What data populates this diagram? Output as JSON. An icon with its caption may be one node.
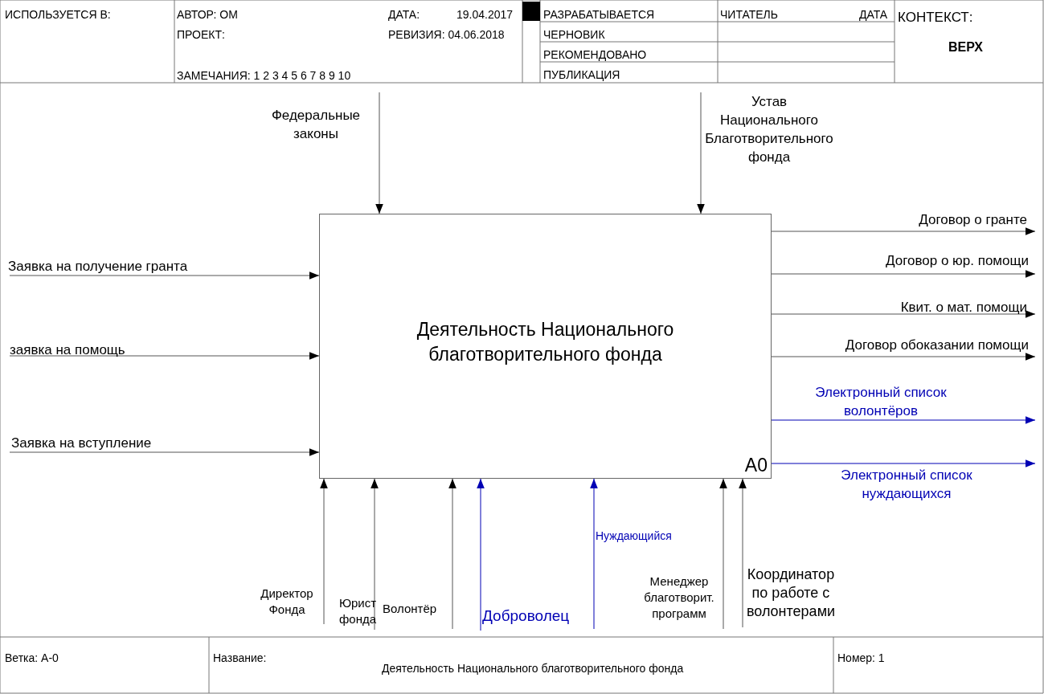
{
  "diagram": {
    "nodes": [
      {
        "text": [
          "Деятельность Национального благотворительного фонда",
          "A0"
        ]
      },
      {
        "text": [
          "Федеральные законы"
        ]
      },
      {
        "text": [
          "Устав Национального Благотворительного фонда"
        ]
      },
      {
        "text": [
          "Договор о гранте"
        ]
      },
      {
        "text": [
          "Заявка на получение гранта"
        ]
      },
      {
        "text": [
          "Договор о юр. помощи"
        ]
      },
      {
        "text": [
          "Квит. о мат. помощи"
        ]
      },
      {
        "text": [
          "заявка на помощь"
        ]
      },
      {
        "text": [
          "Договор обоказании помощи"
        ]
      },
      {
        "text": [
          "Заявка на вступление"
        ]
      },
      {
        "text": [
          "Электронный список нуждающихся"
        ]
      },
      {
        "text": [
          "Координатор по работе с волонтерами"
        ]
      },
      {
        "text": [
          "Менеджер благотворит. программ"
        ]
      },
      {
        "text": [
          "Директор Фонда"
        ]
      },
      {
        "text": [
          "Юрист фонда"
        ]
      },
      {
        "text": [
          "Волонтёр"
        ]
      },
      {
        "text": [
          "Доброволец"
        ]
      }
    ],
    "edges": [
      {
        "from": 4,
        "to": 0,
        "arrow": "to"
      },
      {
        "from": 7,
        "to": 0,
        "arrow": "to"
      },
      {
        "from": 9,
        "to": 0,
        "arrow": "to"
      },
      {
        "from": 1,
        "to": 0,
        "arrow": "to"
      },
      {
        "from": 2,
        "to": 0,
        "arrow": "to"
      },
      {
        "from": 0,
        "to": 3,
        "arrow": "to"
      },
      {
        "from": 0,
        "to": 5,
        "arrow": "to"
      },
      {
        "from": 0,
        "to": 6,
        "arrow": "to"
      },
      {
        "from": 0,
        "to": 8,
        "arrow": "to"
      },
      {
        "from": 0,
        "to": null,
        "arrow": "to",
        "label": "Электронный список волонтёров",
        "color": "#0000b4"
      },
      {
        "from": 0,
        "to": 10,
        "arrow": "to",
        "color": "#0000b4"
      },
      {
        "from": 13,
        "to": 0,
        "arrow": "to"
      },
      {
        "from": 14,
        "to": 0,
        "arrow": "to"
      },
      {
        "from": 15,
        "to": 0,
        "arrow": "to"
      },
      {
        "from": 16,
        "to": 0,
        "arrow": "to",
        "color": "#0000b4"
      },
      {
        "from": null,
        "to": 0,
        "arrow": "to",
        "label": "Нуждающийся",
        "color": "#0000b4"
      },
      {
        "from": 12,
        "to": 0,
        "arrow": "to"
      },
      {
        "from": 11,
        "to": 0,
        "arrow": "to"
      }
    ],
    "labels": [
      "ИСПОЛЬЗУЕТСЯ В:",
      "АВТОР: ОМ",
      "ДАТА:",
      "19.04.2017",
      "РАЗРАБАТЫВАЕТСЯ",
      "ЧИТАТЕЛЬ",
      "ДАТА",
      "КОНТЕКСТ:",
      "ПРОЕКТ:",
      "РЕВИЗИЯ: 04.06.2018",
      "ЧЕРНОВИК",
      "ВЕРХ",
      "РЕКОМЕНДОВАНО",
      "ЗАМЕЧАНИЯ: 1 2 3 4 5 6 7 8 9 10",
      "ПУБЛИКАЦИЯ",
      "Ветка: A-0",
      "Название:",
      "Деятельность Национального благотворительного фонда",
      "Номер: 1"
    ]
  }
}
